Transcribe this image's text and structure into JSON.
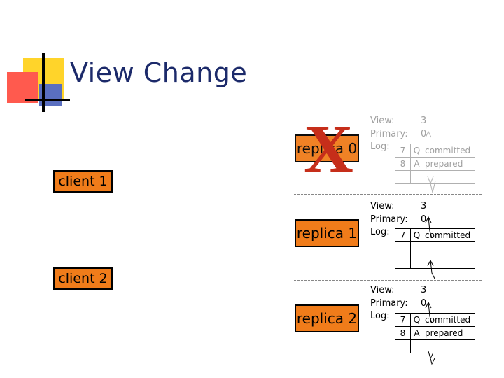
{
  "title": "View Change",
  "clients": [
    {
      "label": "client 1"
    },
    {
      "label": "client 2"
    }
  ],
  "crash_mark": "X",
  "replicas": [
    {
      "label": "replica 0",
      "crashed": true,
      "view_label": "View:",
      "primary_label": "Primary:",
      "log_label": "Log:",
      "view_value": "3",
      "primary_value": "0",
      "log": [
        {
          "n": "7",
          "op": "Q",
          "status": "committed"
        },
        {
          "n": "8",
          "op": "A",
          "status": "prepared"
        },
        {
          "n": "",
          "op": "",
          "status": ""
        }
      ]
    },
    {
      "label": "replica 1",
      "crashed": false,
      "view_label": "View:",
      "primary_label": "Primary:",
      "log_label": "Log:",
      "view_value": "3",
      "primary_value": "0",
      "log": [
        {
          "n": "7",
          "op": "Q",
          "status": "committed"
        },
        {
          "n": "",
          "op": "",
          "status": ""
        },
        {
          "n": "",
          "op": "",
          "status": ""
        }
      ]
    },
    {
      "label": "replica 2",
      "crashed": false,
      "view_label": "View:",
      "primary_label": "Primary:",
      "log_label": "Log:",
      "view_value": "3",
      "primary_value": "0",
      "log": [
        {
          "n": "7",
          "op": "Q",
          "status": "committed"
        },
        {
          "n": "8",
          "op": "A",
          "status": "prepared"
        },
        {
          "n": "",
          "op": "",
          "status": ""
        }
      ]
    }
  ],
  "colors": {
    "box": "#f07c1a",
    "title": "#1c2a6a",
    "crash": "#c62e1a",
    "dimmed": "#a0a0a0"
  }
}
